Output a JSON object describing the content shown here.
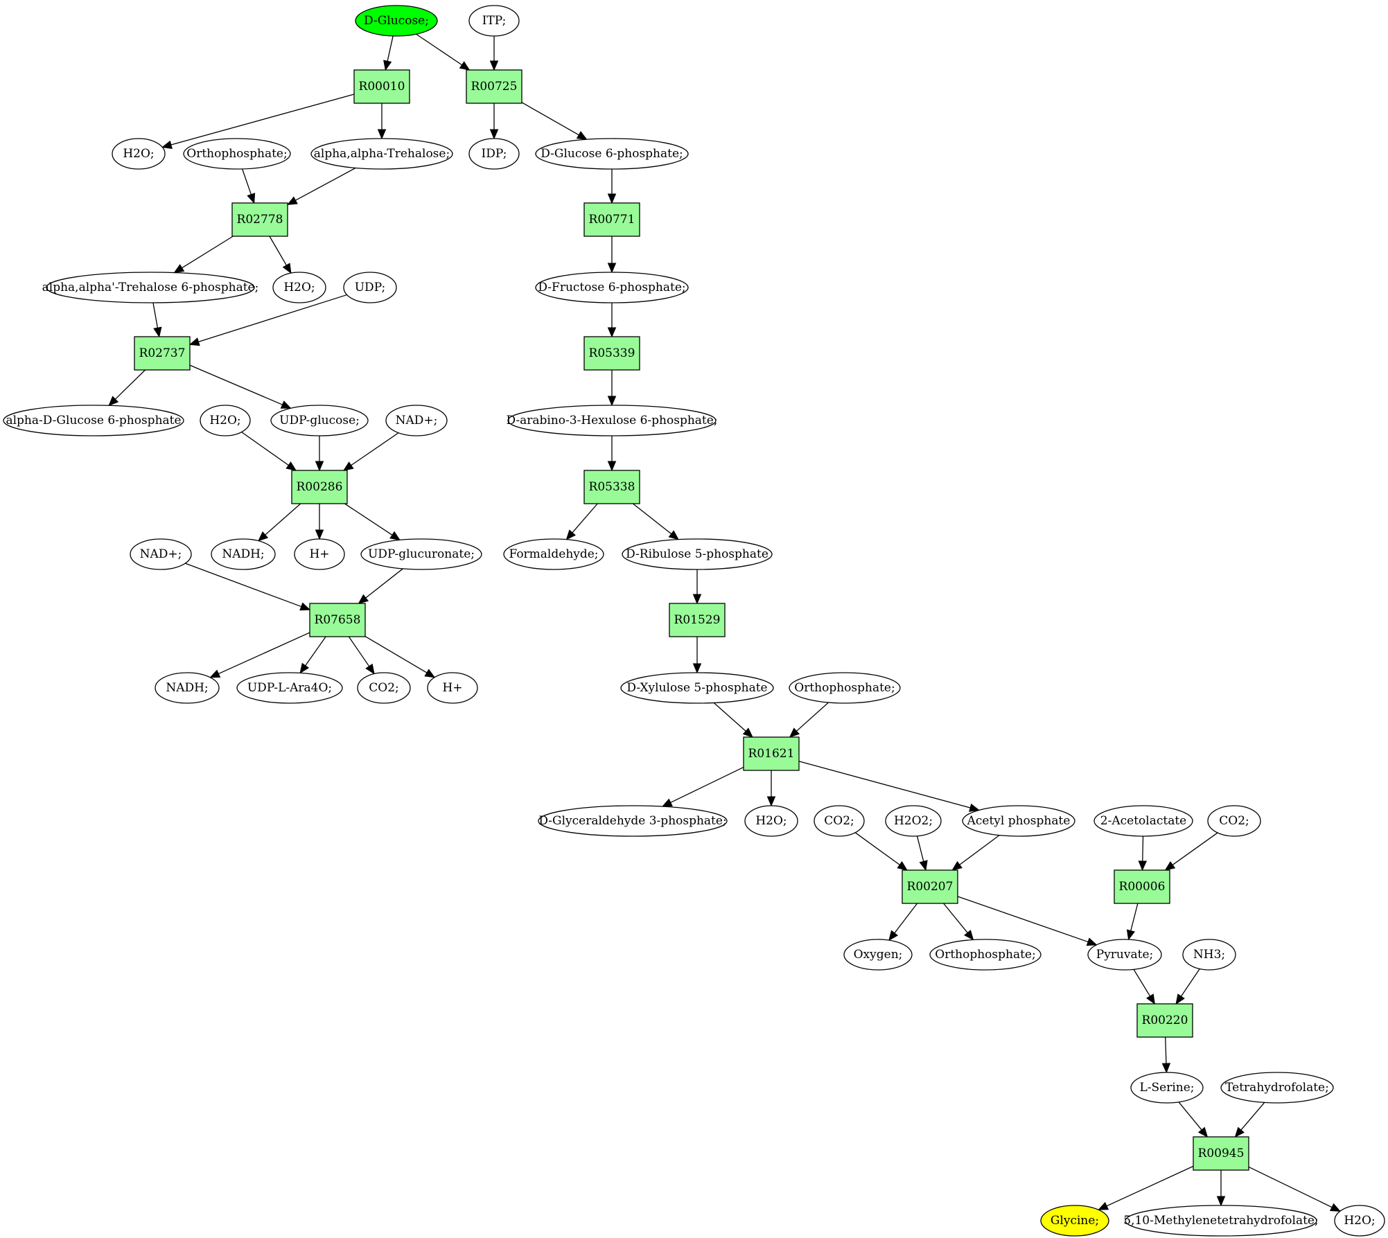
{
  "colors": {
    "reaction_fill": "#98fb98",
    "compound_fill": "#ffffff",
    "start_fill": "#00ff00",
    "end_fill": "#ffff00"
  },
  "reactions": [
    {
      "id": "R00010",
      "label": "R00010"
    },
    {
      "id": "R00725",
      "label": "R00725"
    },
    {
      "id": "R02778",
      "label": "R02778"
    },
    {
      "id": "R00771",
      "label": "R00771"
    },
    {
      "id": "R02737",
      "label": "R02737"
    },
    {
      "id": "R05339",
      "label": "R05339"
    },
    {
      "id": "R00286",
      "label": "R00286"
    },
    {
      "id": "R05338",
      "label": "R05338"
    },
    {
      "id": "R07658",
      "label": "R07658"
    },
    {
      "id": "R01529",
      "label": "R01529"
    },
    {
      "id": "R01621",
      "label": "R01621"
    },
    {
      "id": "R00207",
      "label": "R00207"
    },
    {
      "id": "R00006",
      "label": "R00006"
    },
    {
      "id": "R00220",
      "label": "R00220"
    },
    {
      "id": "R00945",
      "label": "R00945"
    }
  ],
  "compounds": [
    {
      "id": "c_dglucose",
      "label": "D-Glucose;",
      "role": "start"
    },
    {
      "id": "c_itp",
      "label": "ITP;"
    },
    {
      "id": "c_h2o_1",
      "label": "H2O;"
    },
    {
      "id": "c_orthophosphate_1",
      "label": "Orthophosphate;"
    },
    {
      "id": "c_trehalose",
      "label": "alpha,alpha-Trehalose;"
    },
    {
      "id": "c_idp",
      "label": "IDP;"
    },
    {
      "id": "c_g6p",
      "label": "D-Glucose 6-phosphate;"
    },
    {
      "id": "c_trehalose6p",
      "label": "alpha,alpha'-Trehalose 6-phosphate;"
    },
    {
      "id": "c_h2o_2",
      "label": "H2O;"
    },
    {
      "id": "c_udp",
      "label": "UDP;"
    },
    {
      "id": "c_f6p",
      "label": "D-Fructose 6-phosphate;"
    },
    {
      "id": "c_adg6p",
      "label": "alpha-D-Glucose 6-phosphate"
    },
    {
      "id": "c_h2o_3",
      "label": "H2O;"
    },
    {
      "id": "c_udpglucose",
      "label": "UDP-glucose;"
    },
    {
      "id": "c_nad_1",
      "label": "NAD+;"
    },
    {
      "id": "c_hexulose6p",
      "label": "D-arabino-3-Hexulose 6-phosphate;"
    },
    {
      "id": "c_nad_2",
      "label": "NAD+;"
    },
    {
      "id": "c_nadh_1",
      "label": "NADH;"
    },
    {
      "id": "c_hplus_1",
      "label": "H+"
    },
    {
      "id": "c_udpglucuronate",
      "label": "UDP-glucuronate;"
    },
    {
      "id": "c_formaldehyde",
      "label": "Formaldehyde;"
    },
    {
      "id": "c_ru5p",
      "label": "D-Ribulose 5-phosphate"
    },
    {
      "id": "c_nadh_2",
      "label": "NADH;"
    },
    {
      "id": "c_udplara4o",
      "label": "UDP-L-Ara4O;"
    },
    {
      "id": "c_co2_1",
      "label": "CO2;"
    },
    {
      "id": "c_hplus_2",
      "label": "H+"
    },
    {
      "id": "c_xu5p",
      "label": "D-Xylulose 5-phosphate"
    },
    {
      "id": "c_orthophosphate_2",
      "label": "Orthophosphate;"
    },
    {
      "id": "c_gap",
      "label": "D-Glyceraldehyde 3-phosphate;"
    },
    {
      "id": "c_h2o_4",
      "label": "H2O;"
    },
    {
      "id": "c_co2_2",
      "label": "CO2;"
    },
    {
      "id": "c_h2o2",
      "label": "H2O2;"
    },
    {
      "id": "c_acetylp",
      "label": "Acetyl phosphate"
    },
    {
      "id": "c_acetolactate",
      "label": "2-Acetolactate"
    },
    {
      "id": "c_co2_3",
      "label": "CO2;"
    },
    {
      "id": "c_oxygen",
      "label": "Oxygen;"
    },
    {
      "id": "c_orthophosphate_3",
      "label": "Orthophosphate;"
    },
    {
      "id": "c_pyruvate",
      "label": "Pyruvate;"
    },
    {
      "id": "c_nh3",
      "label": "NH3;"
    },
    {
      "id": "c_lserine",
      "label": "L-Serine;"
    },
    {
      "id": "c_thf",
      "label": "Tetrahydrofolate;"
    },
    {
      "id": "c_glycine",
      "label": "Glycine;",
      "role": "end"
    },
    {
      "id": "c_methylenethf",
      "label": "5,10-Methylenetetrahydrofolate;"
    },
    {
      "id": "c_h2o_5",
      "label": "H2O;"
    }
  ],
  "edges": [
    [
      "c_dglucose",
      "R00010"
    ],
    [
      "c_dglucose",
      "R00725"
    ],
    [
      "c_itp",
      "R00725"
    ],
    [
      "R00010",
      "c_h2o_1"
    ],
    [
      "R00010",
      "c_trehalose"
    ],
    [
      "R00725",
      "c_idp"
    ],
    [
      "R00725",
      "c_g6p"
    ],
    [
      "c_orthophosphate_1",
      "R02778"
    ],
    [
      "c_trehalose",
      "R02778"
    ],
    [
      "R02778",
      "c_trehalose6p"
    ],
    [
      "R02778",
      "c_h2o_2"
    ],
    [
      "c_g6p",
      "R00771"
    ],
    [
      "R00771",
      "c_f6p"
    ],
    [
      "c_trehalose6p",
      "R02737"
    ],
    [
      "c_udp",
      "R02737"
    ],
    [
      "R02737",
      "c_adg6p"
    ],
    [
      "R02737",
      "c_udpglucose"
    ],
    [
      "c_f6p",
      "R05339"
    ],
    [
      "R05339",
      "c_hexulose6p"
    ],
    [
      "c_h2o_3",
      "R00286"
    ],
    [
      "c_udpglucose",
      "R00286"
    ],
    [
      "c_nad_1",
      "R00286"
    ],
    [
      "R00286",
      "c_nadh_1"
    ],
    [
      "R00286",
      "c_hplus_1"
    ],
    [
      "R00286",
      "c_udpglucuronate"
    ],
    [
      "c_hexulose6p",
      "R05338"
    ],
    [
      "R05338",
      "c_formaldehyde"
    ],
    [
      "R05338",
      "c_ru5p"
    ],
    [
      "c_nad_2",
      "R07658"
    ],
    [
      "c_udpglucuronate",
      "R07658"
    ],
    [
      "R07658",
      "c_nadh_2"
    ],
    [
      "R07658",
      "c_udplara4o"
    ],
    [
      "R07658",
      "c_co2_1"
    ],
    [
      "R07658",
      "c_hplus_2"
    ],
    [
      "c_ru5p",
      "R01529"
    ],
    [
      "R01529",
      "c_xu5p"
    ],
    [
      "c_xu5p",
      "R01621"
    ],
    [
      "c_orthophosphate_2",
      "R01621"
    ],
    [
      "R01621",
      "c_gap"
    ],
    [
      "R01621",
      "c_h2o_4"
    ],
    [
      "R01621",
      "c_acetylp"
    ],
    [
      "c_co2_2",
      "R00207"
    ],
    [
      "c_h2o2",
      "R00207"
    ],
    [
      "c_acetylp",
      "R00207"
    ],
    [
      "R00207",
      "c_oxygen"
    ],
    [
      "R00207",
      "c_orthophosphate_3"
    ],
    [
      "R00207",
      "c_pyruvate"
    ],
    [
      "c_acetolactate",
      "R00006"
    ],
    [
      "c_co2_3",
      "R00006"
    ],
    [
      "R00006",
      "c_pyruvate"
    ],
    [
      "c_pyruvate",
      "R00220"
    ],
    [
      "c_nh3",
      "R00220"
    ],
    [
      "R00220",
      "c_lserine"
    ],
    [
      "c_lserine",
      "R00945"
    ],
    [
      "c_thf",
      "R00945"
    ],
    [
      "R00945",
      "c_glycine"
    ],
    [
      "R00945",
      "c_methylenethf"
    ],
    [
      "R00945",
      "c_h2o_5"
    ]
  ]
}
